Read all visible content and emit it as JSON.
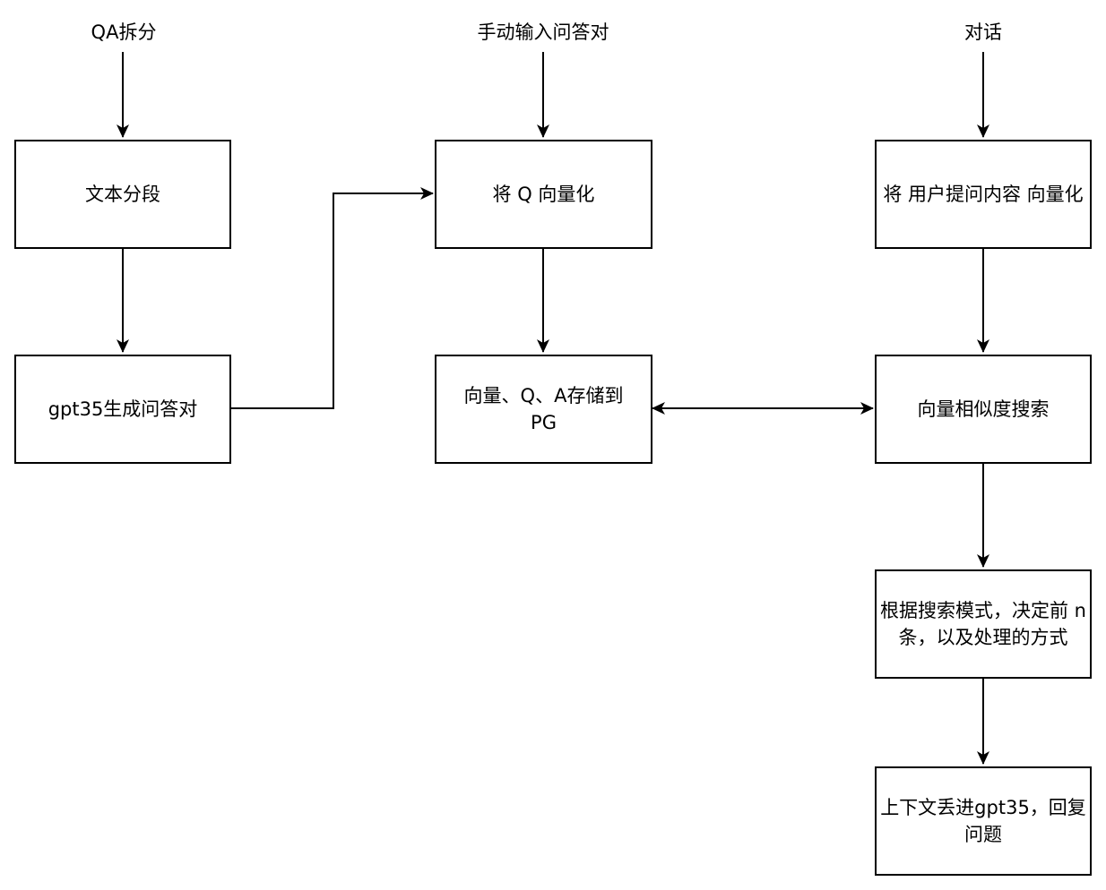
{
  "diagram": {
    "title": "",
    "start_labels": {
      "qa_split": "QA拆分",
      "manual_input": "手动输入问答对",
      "conversation": "对话"
    },
    "nodes": {
      "text_segment": "文本分段",
      "gpt35_generate": "gpt35生成问答对",
      "vectorize_q": "将 Q 向量化",
      "store_pg": "向量、Q、A存储到PG",
      "vectorize_user": "将 用户提问内容 向量化",
      "similarity_search": "向量相似度搜索",
      "decide_top_n": "根据搜索模式，决定前 n 条，以及处理的方式",
      "context_gpt35": "上下文丢进gpt35，回复问题"
    },
    "edges": [
      {
        "from": "qa_split",
        "to": "text_segment"
      },
      {
        "from": "text_segment",
        "to": "gpt35_generate"
      },
      {
        "from": "gpt35_generate",
        "to": "vectorize_q"
      },
      {
        "from": "manual_input",
        "to": "vectorize_q"
      },
      {
        "from": "vectorize_q",
        "to": "store_pg"
      },
      {
        "from": "store_pg",
        "to": "similarity_search",
        "bidirectional": true
      },
      {
        "from": "conversation",
        "to": "vectorize_user"
      },
      {
        "from": "vectorize_user",
        "to": "similarity_search"
      },
      {
        "from": "similarity_search",
        "to": "decide_top_n"
      },
      {
        "from": "decide_top_n",
        "to": "context_gpt35"
      }
    ],
    "colors": {
      "stroke": "#000000",
      "fill": "#ffffff"
    }
  }
}
